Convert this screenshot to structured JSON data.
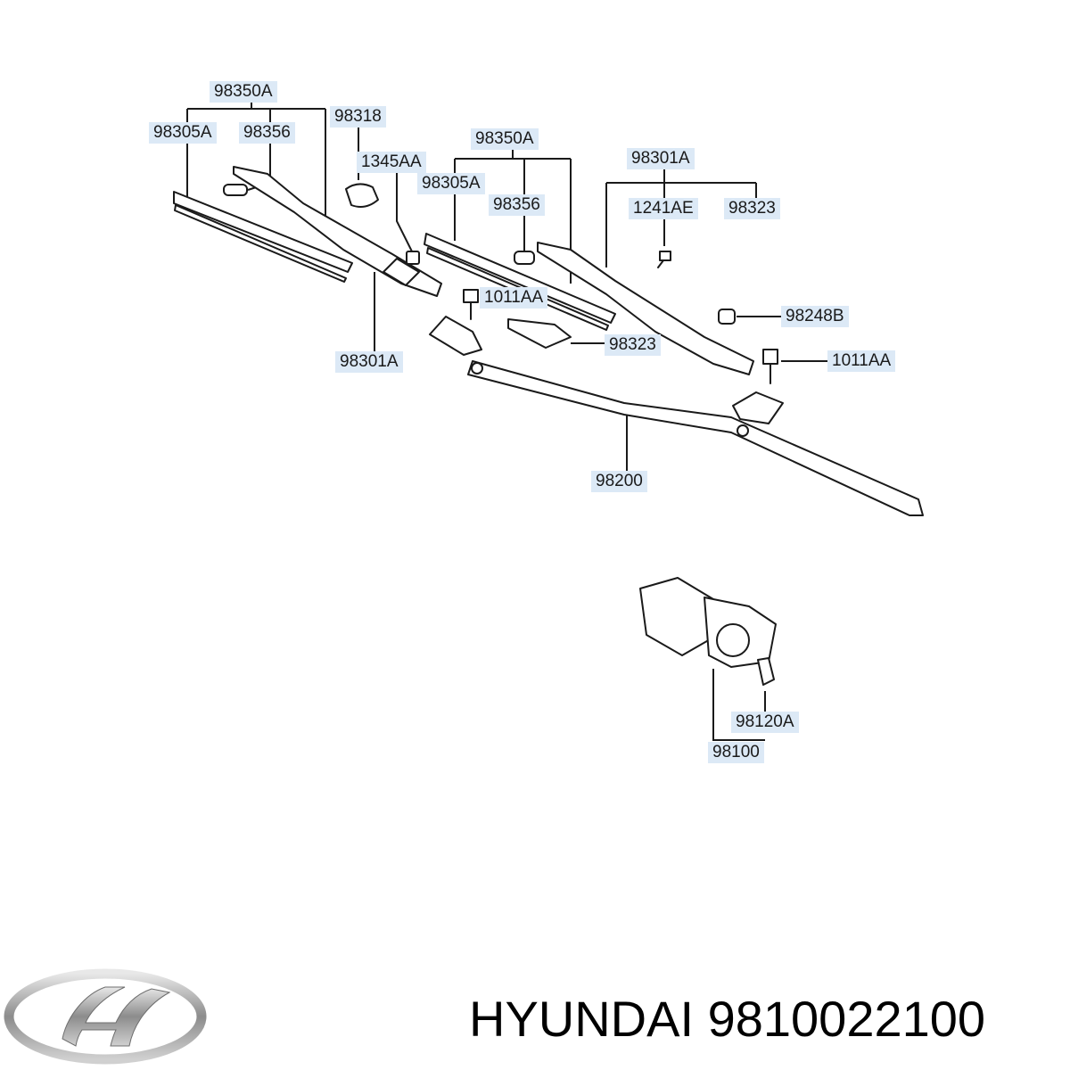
{
  "labels": {
    "l_98350A_left": "98350A",
    "l_98305A_left": "98305A",
    "l_98356_left": "98356",
    "l_98318": "98318",
    "l_1345AA": "1345AA",
    "l_98350A_right": "98350A",
    "l_98305A_right": "98305A",
    "l_98356_right": "98356",
    "l_98301A_right": "98301A",
    "l_1241AE": "1241AE",
    "l_98323_top": "98323",
    "l_1011AA_left": "1011AA",
    "l_98248B": "98248B",
    "l_98323_mid": "98323",
    "l_98301A_left": "98301A",
    "l_1011AA_right": "1011AA",
    "l_98200": "98200",
    "l_98120A": "98120A",
    "l_98100": "98100"
  },
  "footer": {
    "brand": "HYUNDAI",
    "part_number": "9810022100",
    "logo_icon": "hyundai-logo-icon"
  },
  "colors": {
    "label_bg": "#dce9f6",
    "line": "#1a1a1a"
  }
}
